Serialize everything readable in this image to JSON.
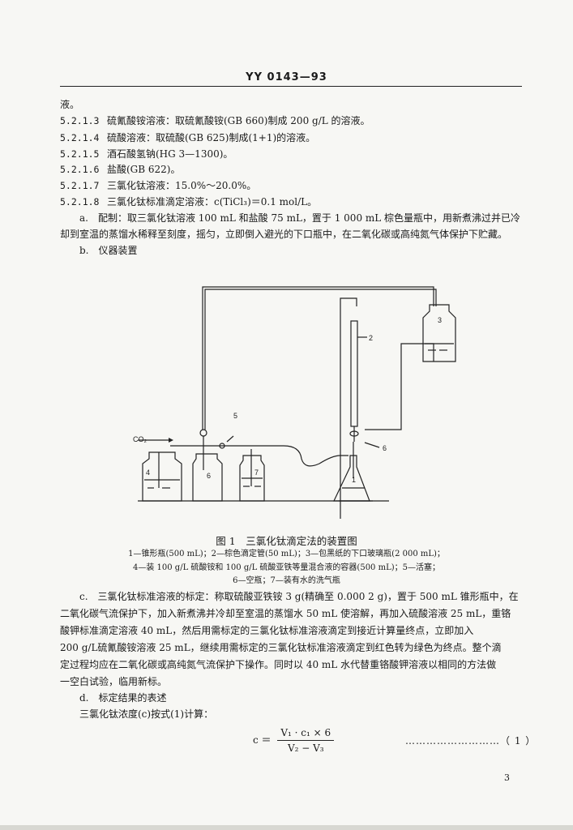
{
  "header": {
    "standard_code": "YY  0143—93"
  },
  "continuation": "液。",
  "clauses": [
    {
      "no": "5.2.1.3",
      "text": "硫氰酸铵溶液：取硫氰酸铵(GB 660)制成 200 g/L 的溶液。"
    },
    {
      "no": "5.2.1.4",
      "text": "硫酸溶液：取硫酸(GB 625)制成(1+1)的溶液。"
    },
    {
      "no": "5.2.1.5",
      "text": "酒石酸氢钠(HG 3—1300)。"
    },
    {
      "no": "5.2.1.6",
      "text": "盐酸(GB 622)。"
    },
    {
      "no": "5.2.1.7",
      "text": "三氯化钛溶液：15.0%～20.0%。"
    },
    {
      "no": "5.2.1.8",
      "text": "三氯化钛标准滴定溶液：c(TiCl₃)＝0.1 mol/L。"
    }
  ],
  "para_a": {
    "line1": "a.　配制：取三氯化钛溶液 100 mL 和盐酸 75 mL，置于 1 000 mL 棕色量瓶中，用新煮沸过并已冷",
    "line2": "却到室温的蒸馏水稀释至刻度，摇匀，立即倒入避光的下口瓶中，在二氧化碳或高纯氮气体保护下贮藏。"
  },
  "para_b": "b.　仪器装置",
  "figure": {
    "labels": {
      "co2": "CO₂",
      "n1": "1",
      "n2": "2",
      "n3": "3",
      "n4": "4",
      "n5": "5",
      "n6": "6",
      "n6b": "6",
      "n7": "7"
    },
    "title": "图 1　三氯化钛滴定法的装置图",
    "legend": [
      "1—锥形瓶(500 mL)；2—棕色滴定管(50 mL)；3—包黑纸的下口玻璃瓶(2 000 mL)；",
      "4—装 100 g/L 硫酸铵和 100 g/L 硫酸亚铁等量混合液的容器(500 mL)；5—活塞；",
      "6—空瓶；7—装有水的洗气瓶"
    ]
  },
  "para_c": {
    "lines": [
      "c.　三氯化钛标准溶液的标定：称取硫酸亚铁铵 3 g(精确至 0.000 2 g)，置于 500 mL 锥形瓶中，在",
      "二氧化碳气流保护下，加入新煮沸并冷却至室温的蒸馏水 50 mL 使溶解，再加入硫酸溶液 25 mL，重铬",
      "酸钾标准滴定溶液 40 mL，然后用需标定的三氯化钛标准溶液滴定到接近计算量终点，立即加入",
      "200 g/L硫氰酸铵溶液 25 mL，继续用需标定的三氯化钛标准溶液滴定到红色转为绿色为终点。整个滴",
      "定过程均应在二氧化碳或高纯氮气流保护下操作。同时以 40 mL 水代替重铬酸钾溶液以相同的方法做",
      "一空白试验，临用新标。"
    ]
  },
  "para_d": "d.　标定结果的表述",
  "formula_intro": "三氯化钛浓度(c)按式(1)计算：",
  "formula": {
    "lhs": "c ＝",
    "numerator": "V₁ · c₁ × 6",
    "denominator": "V₂ − V₃",
    "number": "………………………（ 1 ）"
  },
  "page_number": "3"
}
